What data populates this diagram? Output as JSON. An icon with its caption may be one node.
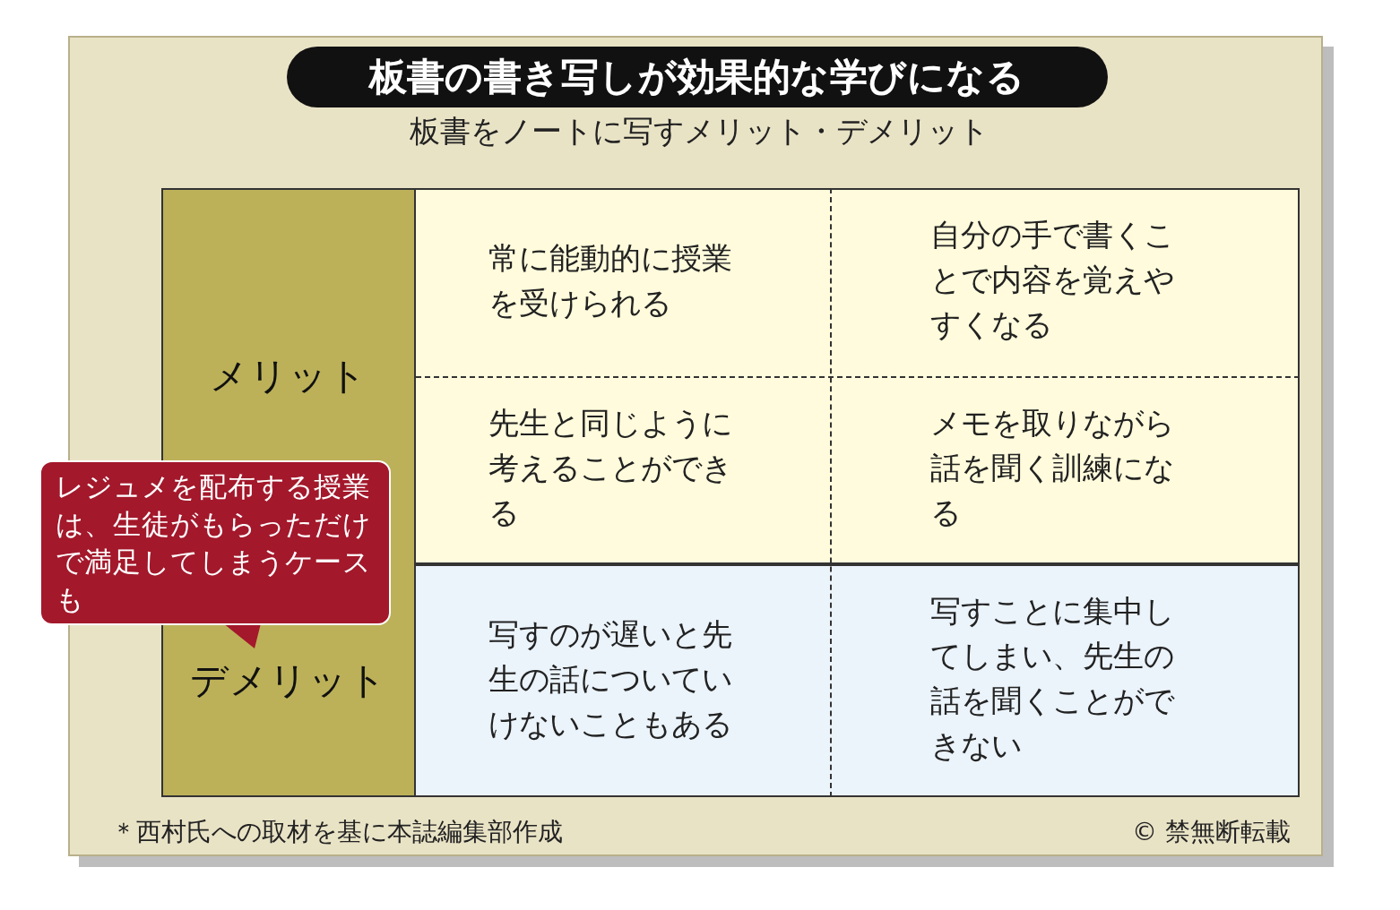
{
  "diagram": {
    "title": "板書の書き写しが効果的な学びになる",
    "labels": [
      "板書をノートに写すメリット・デメリット",
      "メリット",
      "常に能動的に授業を受けられる",
      "自分の手で書くことで内容を覚えやすくなる",
      "先生と同じように考えることができる",
      "メモを取りながら話を聞く訓練になる",
      "レジュメを配布する授業は、生徒がもらっただけで満足してしまうケースも",
      "デメリット",
      "写すのが遅いと先生の話についていけないこともある",
      "写すことに集中してしまい、先生の話を聞くことができない",
      "＊西村氏への取材を基に本誌編集部作成",
      "© 禁無断転載"
    ]
  }
}
